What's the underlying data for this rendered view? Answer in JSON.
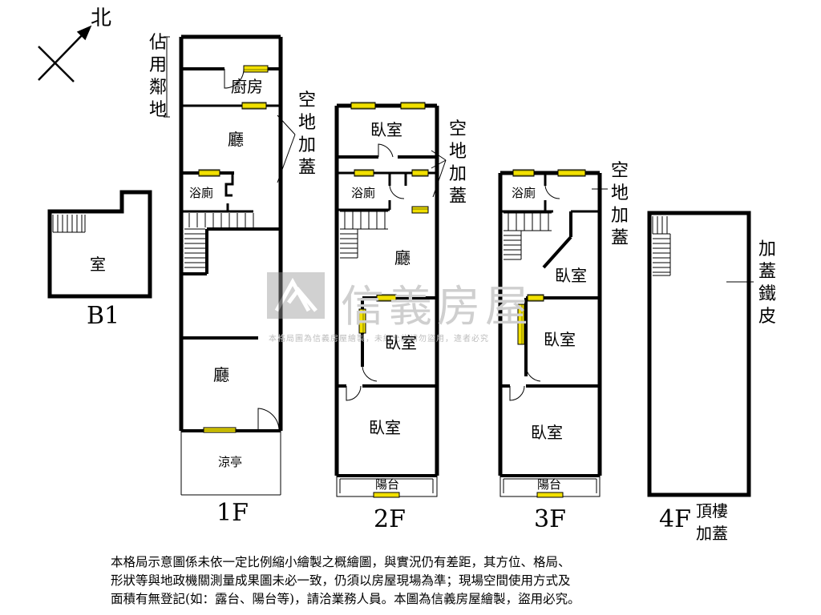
{
  "compass": {
    "label": "北"
  },
  "basement": {
    "room": "室",
    "floor_label": "B1"
  },
  "floor1": {
    "room_kitchen": "廚房",
    "room_hall_top": "廳",
    "room_bath": "浴廁",
    "room_hall_bottom": "廳",
    "room_pavilion": "涼亭",
    "side_note_left": "佔用鄰地",
    "side_note_right": "空地加蓋",
    "floor_label": "1F"
  },
  "floor2": {
    "room_bed_top": "臥室",
    "room_bath": "浴廁",
    "room_hall": "廳",
    "room_bed_mid": "臥室",
    "room_bed_bottom": "臥室",
    "room_balcony": "陽台",
    "side_note": "空地加蓋",
    "floor_label": "2F"
  },
  "floor3": {
    "room_bath": "浴廁",
    "room_bed_top": "臥室",
    "room_bed_mid": "臥室",
    "room_bed_bottom": "臥室",
    "room_balcony": "陽台",
    "side_note": "空地加蓋",
    "floor_label": "3F"
  },
  "floor4": {
    "side_note": "加蓋鐵皮",
    "floor_label": "4F",
    "roof_label_line1": "頂樓",
    "roof_label_line2": "加蓋"
  },
  "watermark": {
    "brand": "信義房屋",
    "subtext": "本格局圖為信義房屋繪製，未經允許請勿盜用，違者必究"
  },
  "disclaimer": {
    "line1": "本格局示意圖係未依一定比例縮小繪製之概繪圖，與實況仍有差距，其方位、格局、",
    "line2": "形狀等與地政機關測量成果圖未必一致，仍須以房屋現場為準；現場空間使用方式及",
    "line3": "面積有無登記(如：露台、陽台等)，請洽業務人員。本圖為信義房屋繪製，盜用必究。"
  },
  "colors": {
    "wall": "#000000",
    "window": "#f2e000",
    "window_stripe": "#7a7a00",
    "watermark": "#cfcfcf"
  }
}
